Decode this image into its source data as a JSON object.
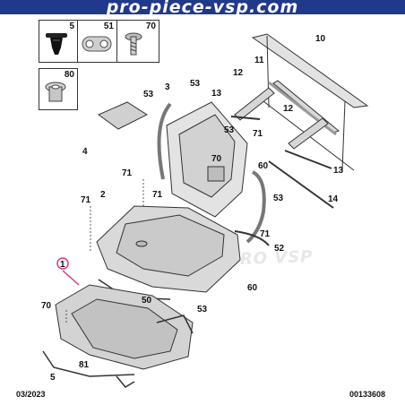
{
  "banner": {
    "text": "pro-piece-vsp.com"
  },
  "watermark": {
    "text": "COPYRIGHT PRO VSP"
  },
  "legend": [
    {
      "number": "5",
      "icon": "push-clip-icon"
    },
    {
      "number": "51",
      "icon": "double-grommet-icon"
    },
    {
      "number": "70",
      "icon": "screw-rivet-icon"
    },
    {
      "number": "80",
      "icon": "grommet-sleeve-icon"
    }
  ],
  "callouts": [
    "10",
    "11",
    "12",
    "12",
    "13",
    "13",
    "14",
    "3",
    "53",
    "53",
    "53",
    "53",
    "53",
    "4",
    "71",
    "71",
    "71",
    "71",
    "71",
    "70",
    "60",
    "60",
    "2",
    "52",
    "50",
    "1",
    "70",
    "81",
    "5"
  ],
  "footer": {
    "date": "03/2023",
    "reference": "00133608"
  }
}
